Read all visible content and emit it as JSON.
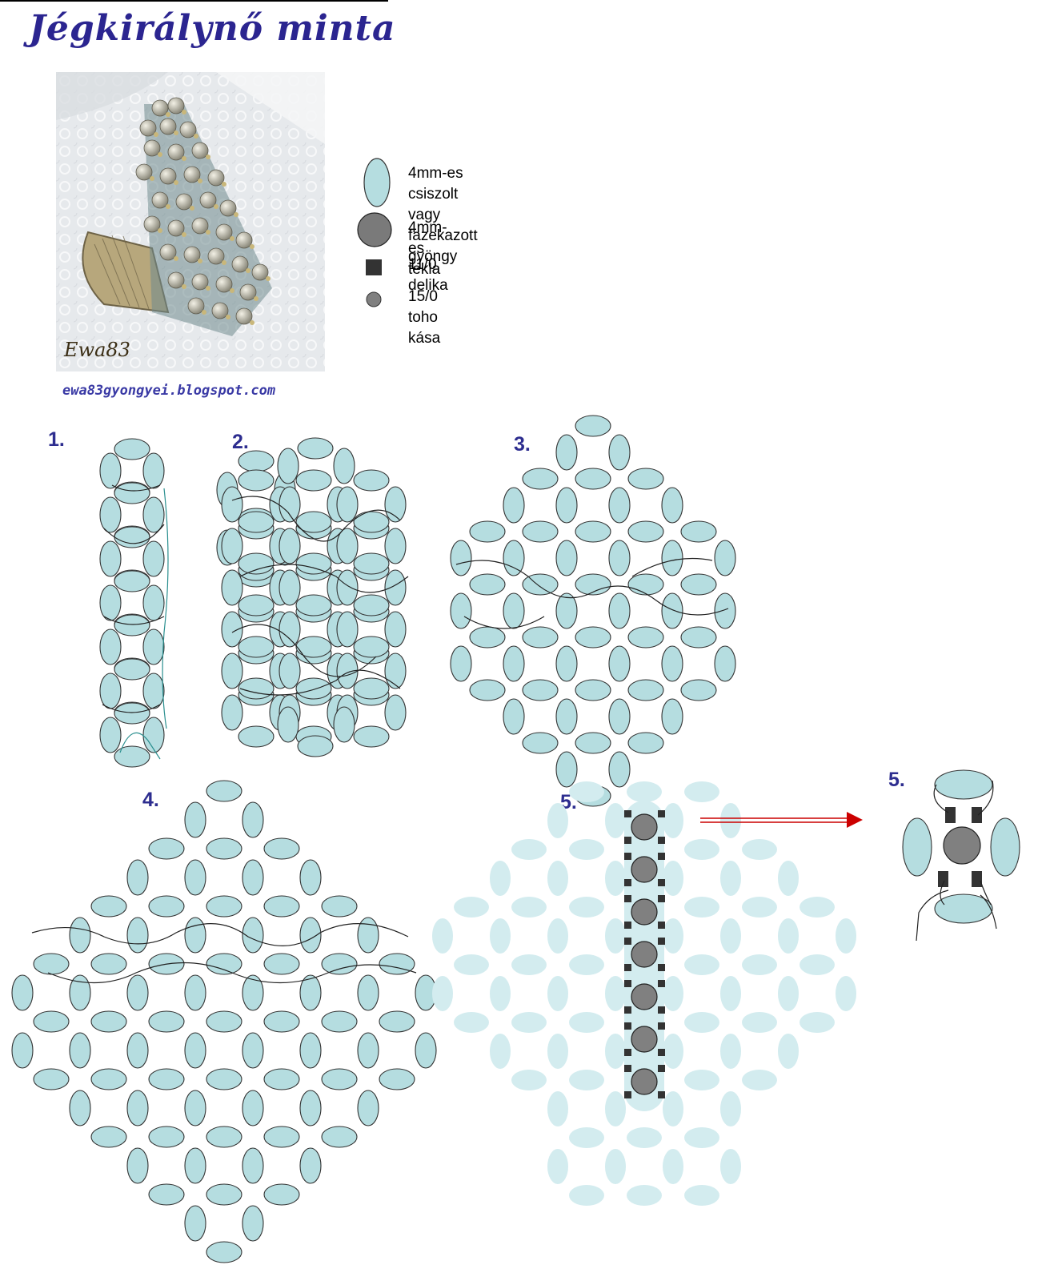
{
  "title": "Jégkirálynő minta",
  "photo": {
    "signature": "Ewa83"
  },
  "blog_url": "ewa83gyongyei.blogspot.com",
  "legend": [
    {
      "icon": "faceted-bead-icon",
      "label": "4mm-es csiszolt vagy\nfazekazott gyöngy",
      "color": "#b5dde0"
    },
    {
      "icon": "pearl-icon",
      "label": "4mm-es tekla",
      "color": "#7a7a7a"
    },
    {
      "icon": "delica-icon",
      "label": "11/0 delika",
      "color": "#333333"
    },
    {
      "icon": "seed-bead-icon",
      "label": "15/0 toho kása",
      "color": "#808080"
    }
  ],
  "steps": [
    "1.",
    "2.",
    "3.",
    "4.",
    "5.",
    "5."
  ],
  "colors": {
    "bead": "#b5dde0",
    "bead_faded": "#d3ecef",
    "pearl": "#808080",
    "delica": "#333333",
    "thread": "#222222",
    "thread_accent": "#2a8f8f",
    "arrow": "#cc0000",
    "label": "#2d2d8f"
  }
}
